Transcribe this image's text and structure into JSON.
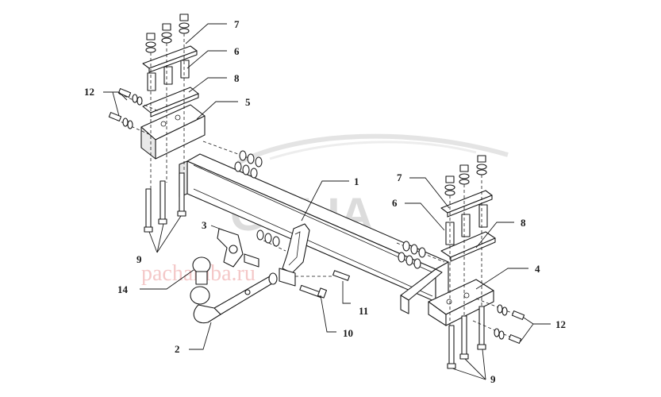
{
  "watermark": {
    "brand": "GALIA",
    "sub": "pachamba.ru"
  },
  "callouts": {
    "c1": "1",
    "c2": "2",
    "c3": "3",
    "c4": "4",
    "c5": "5",
    "c6_left": "6",
    "c6_right": "6",
    "c7_left": "7",
    "c7_right": "7",
    "c8_left": "8",
    "c8_right": "8",
    "c9_left": "9",
    "c9_right": "9",
    "c10": "10",
    "c11": "11",
    "c12_left": "12",
    "c12_right": "12",
    "c14": "14"
  }
}
